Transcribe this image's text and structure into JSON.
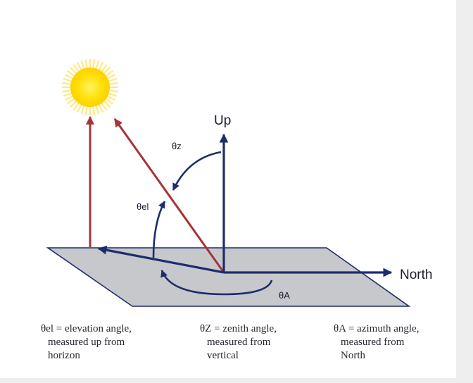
{
  "diagram": {
    "labels": {
      "up": "Up",
      "north": "North",
      "theta_z": "θz",
      "theta_el": "θel",
      "theta_a": "θA"
    },
    "colors": {
      "sun": "#ffdd00",
      "sun_rays": "#ffe980",
      "red_arrow": "#a8333a",
      "blue_arrow": "#1f2c6b",
      "ground_plane": "#c7c8cc",
      "ground_edge": "#1f2c6b"
    }
  },
  "legend": [
    {
      "symbol": "θel",
      "line1": " = elevation angle,",
      "line2": "measured up from",
      "line3": "horizon"
    },
    {
      "symbol": "θZ",
      "line1": " =  zenith angle,",
      "line2": "measured  from",
      "line3": "vertical"
    },
    {
      "symbol": "θA",
      "line1": " = azimuth angle,",
      "line2": "measured  from",
      "line3": "North"
    }
  ]
}
